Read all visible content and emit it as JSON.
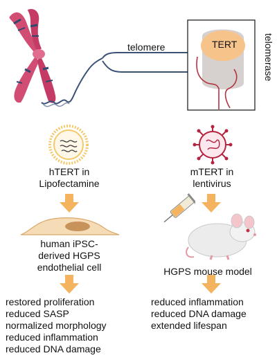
{
  "top": {
    "telomere_label": "telomere",
    "tert_label": "TERT",
    "telomerase_label": "telomerase"
  },
  "left_column": {
    "delivery_title": "hTERT in",
    "delivery_subtitle": "Lipofectamine",
    "cell_lines": [
      "human iPSC-",
      "derived HGPS",
      "endothelial cell"
    ],
    "outcomes": [
      "restored proliferation",
      "reduced SASP",
      "normalized morphology",
      "reduced inflammation",
      "reduced DNA damage"
    ]
  },
  "right_column": {
    "delivery_title": "mTERT in",
    "delivery_subtitle": "lentivirus",
    "model_label": "HGPS mouse model",
    "outcomes": [
      "reduced inflammation",
      "reduced DNA damage",
      "extended lifespan"
    ]
  },
  "colors": {
    "chromosome": "#d24d74",
    "dna": "#3b5276",
    "tert": "#f6c38b",
    "telomerase_body": "#d6d0cf",
    "rna_strand": "#b2343e",
    "arrow": "#f4b35f",
    "lipid": "#f3c96b",
    "cell": "#f6dcb6",
    "virus": "#b4233f"
  }
}
